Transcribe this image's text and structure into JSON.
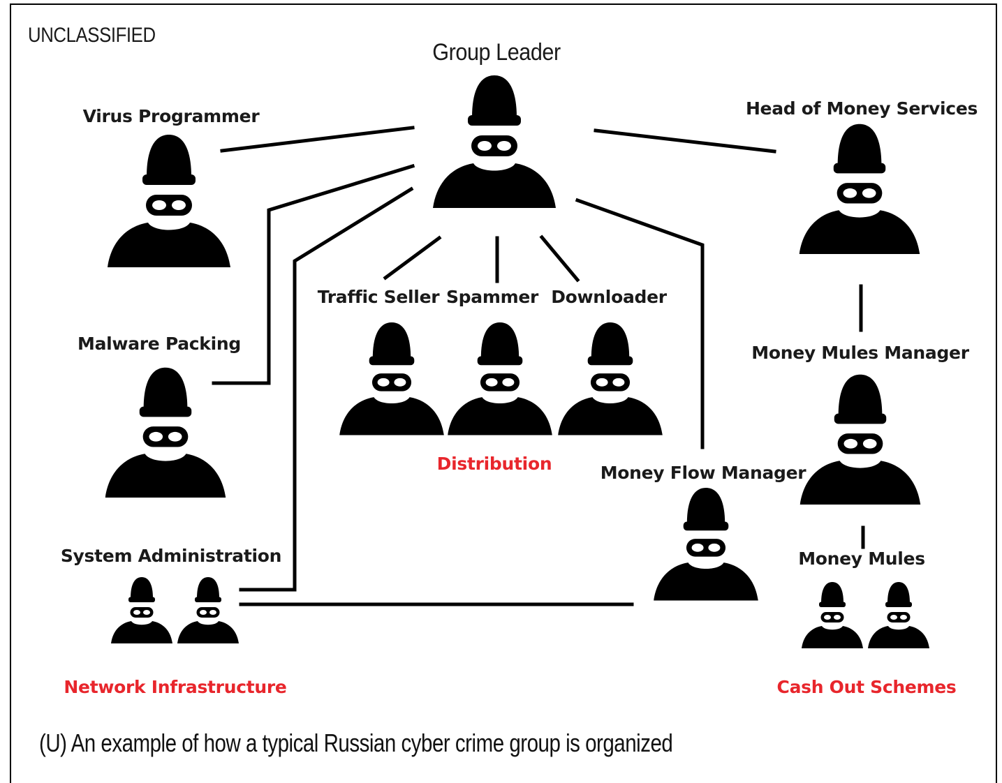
{
  "classification": "UNCLASSIFIED",
  "caption": "(U) An example of how a typical Russian cyber crime group is organized",
  "icon": "masked-thief-icon",
  "colors": {
    "group_label": "#e8262c",
    "figure": "#000000"
  },
  "roles": {
    "group_leader": "Group Leader",
    "virus_programmer": "Virus Programmer",
    "head_money_services": "Head of Money Services",
    "traffic_seller": "Traffic Seller",
    "spammer": "Spammer",
    "downloader": "Downloader",
    "malware_packing": "Malware Packing",
    "money_mules_manager": "Money Mules Manager",
    "money_flow_manager": "Money Flow Manager",
    "system_administration": "System Administration",
    "money_mules": "Money Mules"
  },
  "groups": {
    "distribution": "Distribution",
    "network_infrastructure": "Network Infrastructure",
    "cash_out_schemes": "Cash Out Schemes"
  }
}
